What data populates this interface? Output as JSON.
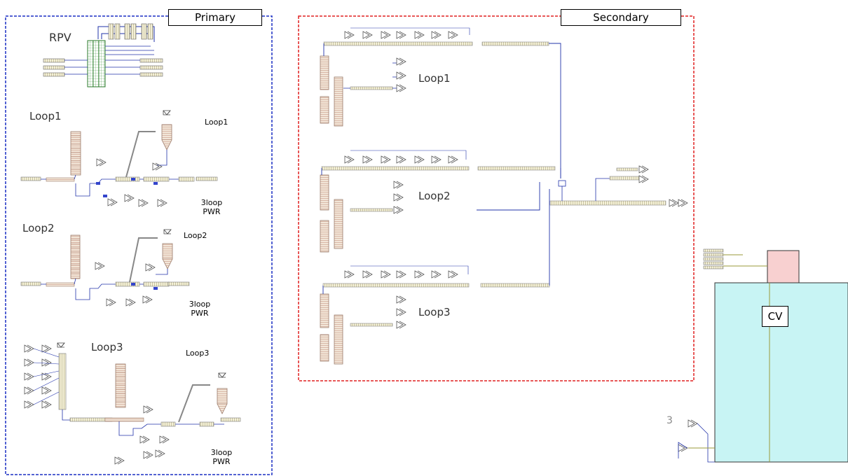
{
  "panels": {
    "primary": {
      "title": "Primary"
    },
    "secondary": {
      "title": "Secondary"
    }
  },
  "primary": {
    "rpv": "RPV",
    "loop1": {
      "big": "Loop1",
      "small": "Loop1",
      "pwr": "3loop\nPWR"
    },
    "loop2": {
      "big": "Loop2",
      "small": "Loop2",
      "pwr": "3loop\nPWR"
    },
    "loop3": {
      "big": "Loop3",
      "small": "Loop3",
      "pwr": "3loop\nPWR"
    }
  },
  "secondary": {
    "loop1": "Loop1",
    "loop2": "Loop2",
    "loop3": "Loop3"
  },
  "containment": {
    "label": "CV",
    "number": "3"
  },
  "colors": {
    "primary_border": "#1a2fc4",
    "secondary_border": "#e02020",
    "cv_fill": "#c8f4f4",
    "cv_upper_fill": "#f8d0d0",
    "pipe": "#9a9a7a",
    "line": "#2233aa"
  }
}
